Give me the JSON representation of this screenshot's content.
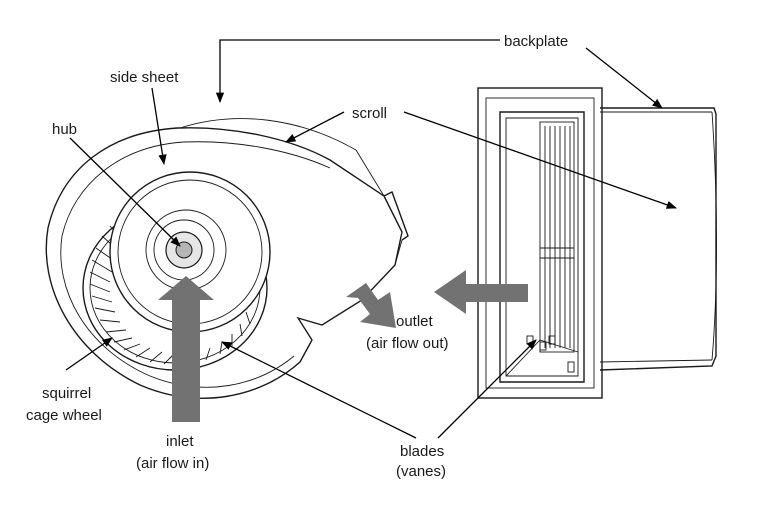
{
  "labels": {
    "backplate": "backplate",
    "side_sheet": "side sheet",
    "scroll": "scroll",
    "hub": "hub",
    "outlet_line1": "outlet",
    "outlet_line2": "(air flow out)",
    "squirrel_line1": "squirrel",
    "squirrel_line2": "cage wheel",
    "inlet_line1": "inlet",
    "inlet_line2": "(air flow in)",
    "blades_line1": "blades",
    "blades_line2": "(vanes)"
  },
  "colors": {
    "line": "#1a1a1a",
    "flow_arrow": "#727272",
    "background": "#ffffff"
  }
}
